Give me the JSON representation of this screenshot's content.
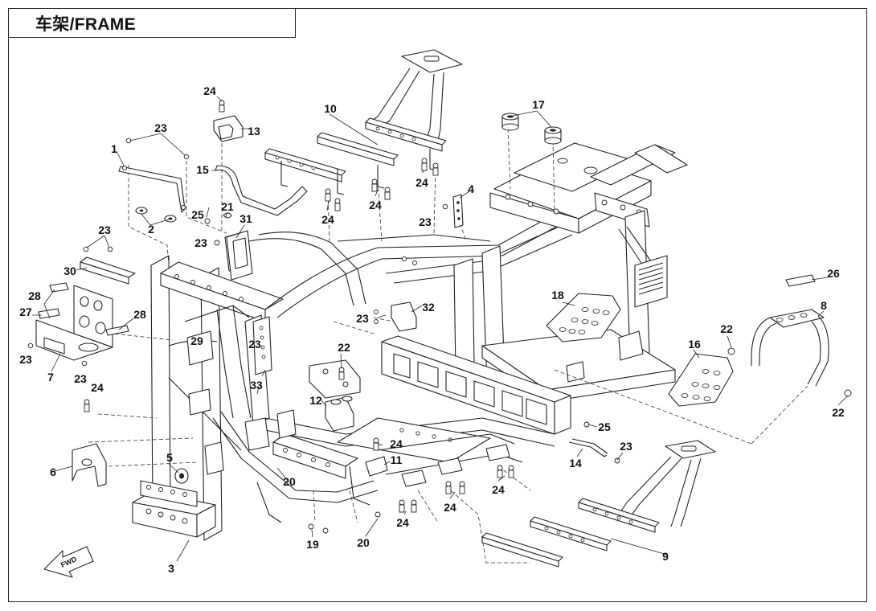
{
  "title": "车架/FRAME",
  "fwd_label": "FWD",
  "labels": {
    "l1": "1",
    "l2": "2",
    "l3": "3",
    "l4": "4",
    "l5": "5",
    "l6": "6",
    "l7": "7",
    "l8": "8",
    "l9": "9",
    "l10": "10",
    "l11": "11",
    "l12": "12",
    "l13": "13",
    "l14": "14",
    "l15": "15",
    "l16": "16",
    "l17": "17",
    "l18": "18",
    "l19": "19",
    "l20a": "20",
    "l20b": "20",
    "l21": "21",
    "l22a": "22",
    "l22b": "22",
    "l22c": "22",
    "l23a": "23",
    "l23b": "23",
    "l23c": "23",
    "l23d": "23",
    "l23e": "23",
    "l23f": "23",
    "l23g": "23",
    "l23h": "23",
    "l23i": "23",
    "l24a": "24",
    "l24b": "24",
    "l24c": "24",
    "l24d": "24",
    "l24e": "24",
    "l24f": "24",
    "l24g": "24",
    "l24h": "24",
    "l24i": "24",
    "l25a": "25",
    "l25b": "25",
    "l26": "26",
    "l27": "27",
    "l28a": "28",
    "l28b": "28",
    "l29": "29",
    "l30": "30",
    "l31": "31",
    "l32": "32",
    "l33": "33"
  }
}
